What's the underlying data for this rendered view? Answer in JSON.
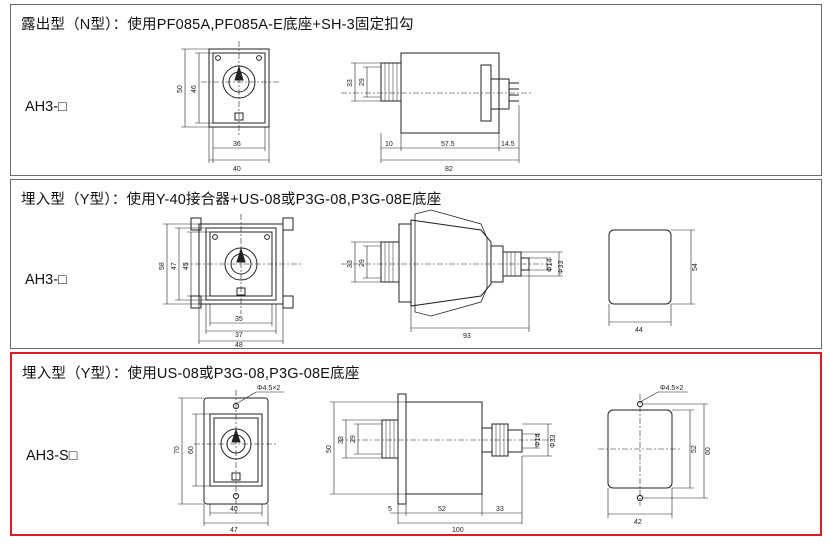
{
  "sections": [
    {
      "title": "露出型（N型）：使用PF085A,PF085A-E底座+SH-3固定扣勾",
      "model": "AH3-□",
      "dims": {
        "h50": "50",
        "h46": "46",
        "w36": "36",
        "w40": "40",
        "s33": "33",
        "s29": "29",
        "l10": "10",
        "l575": "57.5",
        "l145": "14.5",
        "l82": "82"
      }
    },
    {
      "title": "埋入型（Y型）：使用Y-40接合器+US-08或P3G-08,P3G-08E底座",
      "model": "AH3-□",
      "dims": {
        "h58": "58",
        "h47": "47",
        "h45": "45",
        "w35": "35",
        "w37": "37",
        "w48": "48",
        "s33": "33",
        "s29": "29",
        "phi14": "Φ14",
        "phi33": "Φ33",
        "l93": "93",
        "c54": "54",
        "c44": "44"
      }
    },
    {
      "title": "埋入型（Y型）：使用US-08或P3G-08,P3G-08E底座",
      "model": "AH3-S□",
      "dims": {
        "hole": "Φ4.5×2",
        "h70": "70",
        "h60": "60",
        "w40": "40",
        "w47": "47",
        "s50": "50",
        "s33": "33",
        "s29": "29",
        "phi14": "Φ14",
        "phi33": "Φ33",
        "l5": "5",
        "l52": "52",
        "l33": "33",
        "l100": "100",
        "chole": "Φ4.5×2",
        "c52": "52",
        "c60": "60",
        "c42": "42"
      }
    }
  ]
}
